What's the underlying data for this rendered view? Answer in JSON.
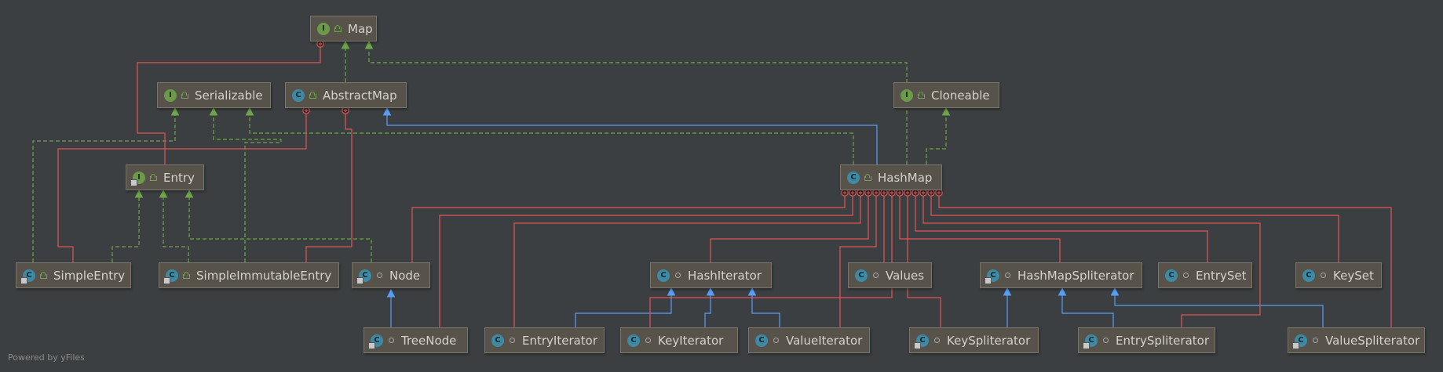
{
  "nodes": [
    {
      "id": "Map",
      "kind": "I",
      "vis": "public",
      "label": "Map"
    },
    {
      "id": "Serializable",
      "kind": "I",
      "vis": "public",
      "label": "Serializable"
    },
    {
      "id": "AbstractMap",
      "kind": "C",
      "vis": "public",
      "label": "AbstractMap"
    },
    {
      "id": "Cloneable",
      "kind": "I",
      "vis": "public",
      "label": "Cloneable"
    },
    {
      "id": "Entry",
      "kind": "I",
      "vis": "public",
      "label": "Entry",
      "static": true
    },
    {
      "id": "HashMap",
      "kind": "C",
      "vis": "public",
      "label": "HashMap"
    },
    {
      "id": "SimpleEntry",
      "kind": "C",
      "vis": "public",
      "label": "SimpleEntry",
      "static": true
    },
    {
      "id": "SimpleImmutableEntry",
      "kind": "C",
      "vis": "public",
      "label": "SimpleImmutableEntry",
      "static": true
    },
    {
      "id": "Node",
      "kind": "C",
      "vis": "pkg",
      "label": "Node",
      "static": true
    },
    {
      "id": "HashIterator",
      "kind": "C",
      "vis": "pkg",
      "label": "HashIterator"
    },
    {
      "id": "Values",
      "kind": "C",
      "vis": "pkg",
      "label": "Values"
    },
    {
      "id": "HashMapSpliterator",
      "kind": "C",
      "vis": "pkg",
      "label": "HashMapSpliterator",
      "static": true
    },
    {
      "id": "EntrySet",
      "kind": "C",
      "vis": "pkg",
      "label": "EntrySet"
    },
    {
      "id": "KeySet",
      "kind": "C",
      "vis": "pkg",
      "label": "KeySet"
    },
    {
      "id": "TreeNode",
      "kind": "C",
      "vis": "pkg",
      "label": "TreeNode",
      "static": true
    },
    {
      "id": "EntryIterator",
      "kind": "C",
      "vis": "pkg",
      "label": "EntryIterator"
    },
    {
      "id": "KeyIterator",
      "kind": "C",
      "vis": "pkg",
      "label": "KeyIterator"
    },
    {
      "id": "ValueIterator",
      "kind": "C",
      "vis": "pkg",
      "label": "ValueIterator"
    },
    {
      "id": "KeySpliterator",
      "kind": "C",
      "vis": "pkg",
      "label": "KeySpliterator",
      "static": true
    },
    {
      "id": "EntrySpliterator",
      "kind": "C",
      "vis": "pkg",
      "label": "EntrySpliterator",
      "static": true
    },
    {
      "id": "ValueSpliterator",
      "kind": "C",
      "vis": "pkg",
      "label": "ValueSpliterator",
      "static": true
    }
  ],
  "relationship_types": {
    "implements": "dashed green arrow",
    "extends": "solid blue arrow",
    "inner": "solid red line with circled plus"
  },
  "edges": [
    {
      "from": "AbstractMap",
      "to": "Map",
      "type": "implements"
    },
    {
      "from": "HashMap",
      "to": "Map",
      "type": "implements"
    },
    {
      "from": "HashMap",
      "to": "AbstractMap",
      "type": "extends"
    },
    {
      "from": "HashMap",
      "to": "Serializable",
      "type": "implements"
    },
    {
      "from": "HashMap",
      "to": "Cloneable",
      "type": "implements"
    },
    {
      "from": "SimpleEntry",
      "to": "Serializable",
      "type": "implements"
    },
    {
      "from": "SimpleImmutableEntry",
      "to": "Serializable",
      "type": "implements"
    },
    {
      "from": "SimpleEntry",
      "to": "Entry",
      "type": "implements"
    },
    {
      "from": "SimpleImmutableEntry",
      "to": "Entry",
      "type": "implements"
    },
    {
      "from": "Node",
      "to": "Entry",
      "type": "implements"
    },
    {
      "from": "TreeNode",
      "to": "Node",
      "type": "extends"
    },
    {
      "from": "EntryIterator",
      "to": "HashIterator",
      "type": "extends"
    },
    {
      "from": "KeyIterator",
      "to": "HashIterator",
      "type": "extends"
    },
    {
      "from": "ValueIterator",
      "to": "HashIterator",
      "type": "extends"
    },
    {
      "from": "KeySpliterator",
      "to": "HashMapSpliterator",
      "type": "extends"
    },
    {
      "from": "EntrySpliterator",
      "to": "HashMapSpliterator",
      "type": "extends"
    },
    {
      "from": "ValueSpliterator",
      "to": "HashMapSpliterator",
      "type": "extends"
    },
    {
      "from": "Map",
      "to": "Entry",
      "type": "inner"
    },
    {
      "from": "AbstractMap",
      "to": "SimpleEntry",
      "type": "inner"
    },
    {
      "from": "AbstractMap",
      "to": "SimpleImmutableEntry",
      "type": "inner"
    },
    {
      "from": "HashMap",
      "to": "Node",
      "type": "inner"
    },
    {
      "from": "HashMap",
      "to": "TreeNode",
      "type": "inner"
    },
    {
      "from": "HashMap",
      "to": "EntryIterator",
      "type": "inner"
    },
    {
      "from": "HashMap",
      "to": "HashIterator",
      "type": "inner"
    },
    {
      "from": "HashMap",
      "to": "ValueIterator",
      "type": "inner"
    },
    {
      "from": "HashMap",
      "to": "Values",
      "type": "inner"
    },
    {
      "from": "HashMap",
      "to": "KeyIterator",
      "type": "inner"
    },
    {
      "from": "HashMap",
      "to": "HashMapSpliterator",
      "type": "inner"
    },
    {
      "from": "HashMap",
      "to": "KeySpliterator",
      "type": "inner"
    },
    {
      "from": "HashMap",
      "to": "EntrySet",
      "type": "inner"
    },
    {
      "from": "HashMap",
      "to": "EntrySpliterator",
      "type": "inner"
    },
    {
      "from": "HashMap",
      "to": "KeySet",
      "type": "inner"
    },
    {
      "from": "HashMap",
      "to": "ValueSpliterator",
      "type": "inner"
    }
  ],
  "colors": {
    "background": "#3c3f41",
    "implements": "#6ea548",
    "extends": "#589df6",
    "inner": "#e05555"
  },
  "footer": "Powered by yFiles"
}
